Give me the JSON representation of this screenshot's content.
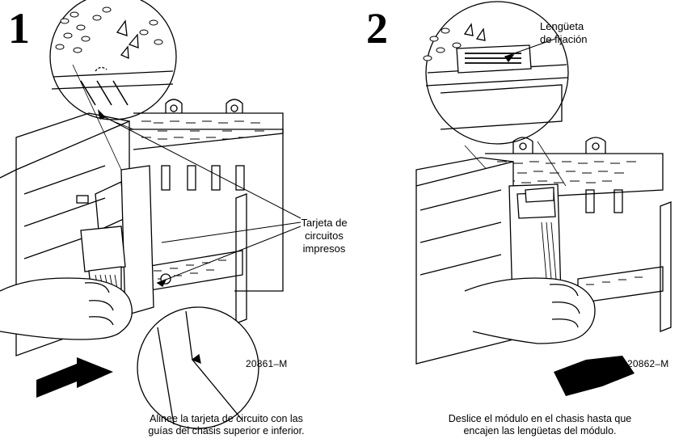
{
  "step1": {
    "number": "1",
    "callout": [
      "Tarjeta de",
      "circuitos",
      "impresos"
    ],
    "figure_code": "20861–M",
    "caption": [
      "Alinee la tarjeta de circuito con las",
      "guías del chasis superior e inferior."
    ]
  },
  "step2": {
    "number": "2",
    "callout": [
      "Lengüeta",
      "de fijación"
    ],
    "figure_code": "20862–M",
    "caption": [
      "Deslice el módulo en el chasis hasta que",
      "encajen las lengüetas del módulo."
    ]
  }
}
